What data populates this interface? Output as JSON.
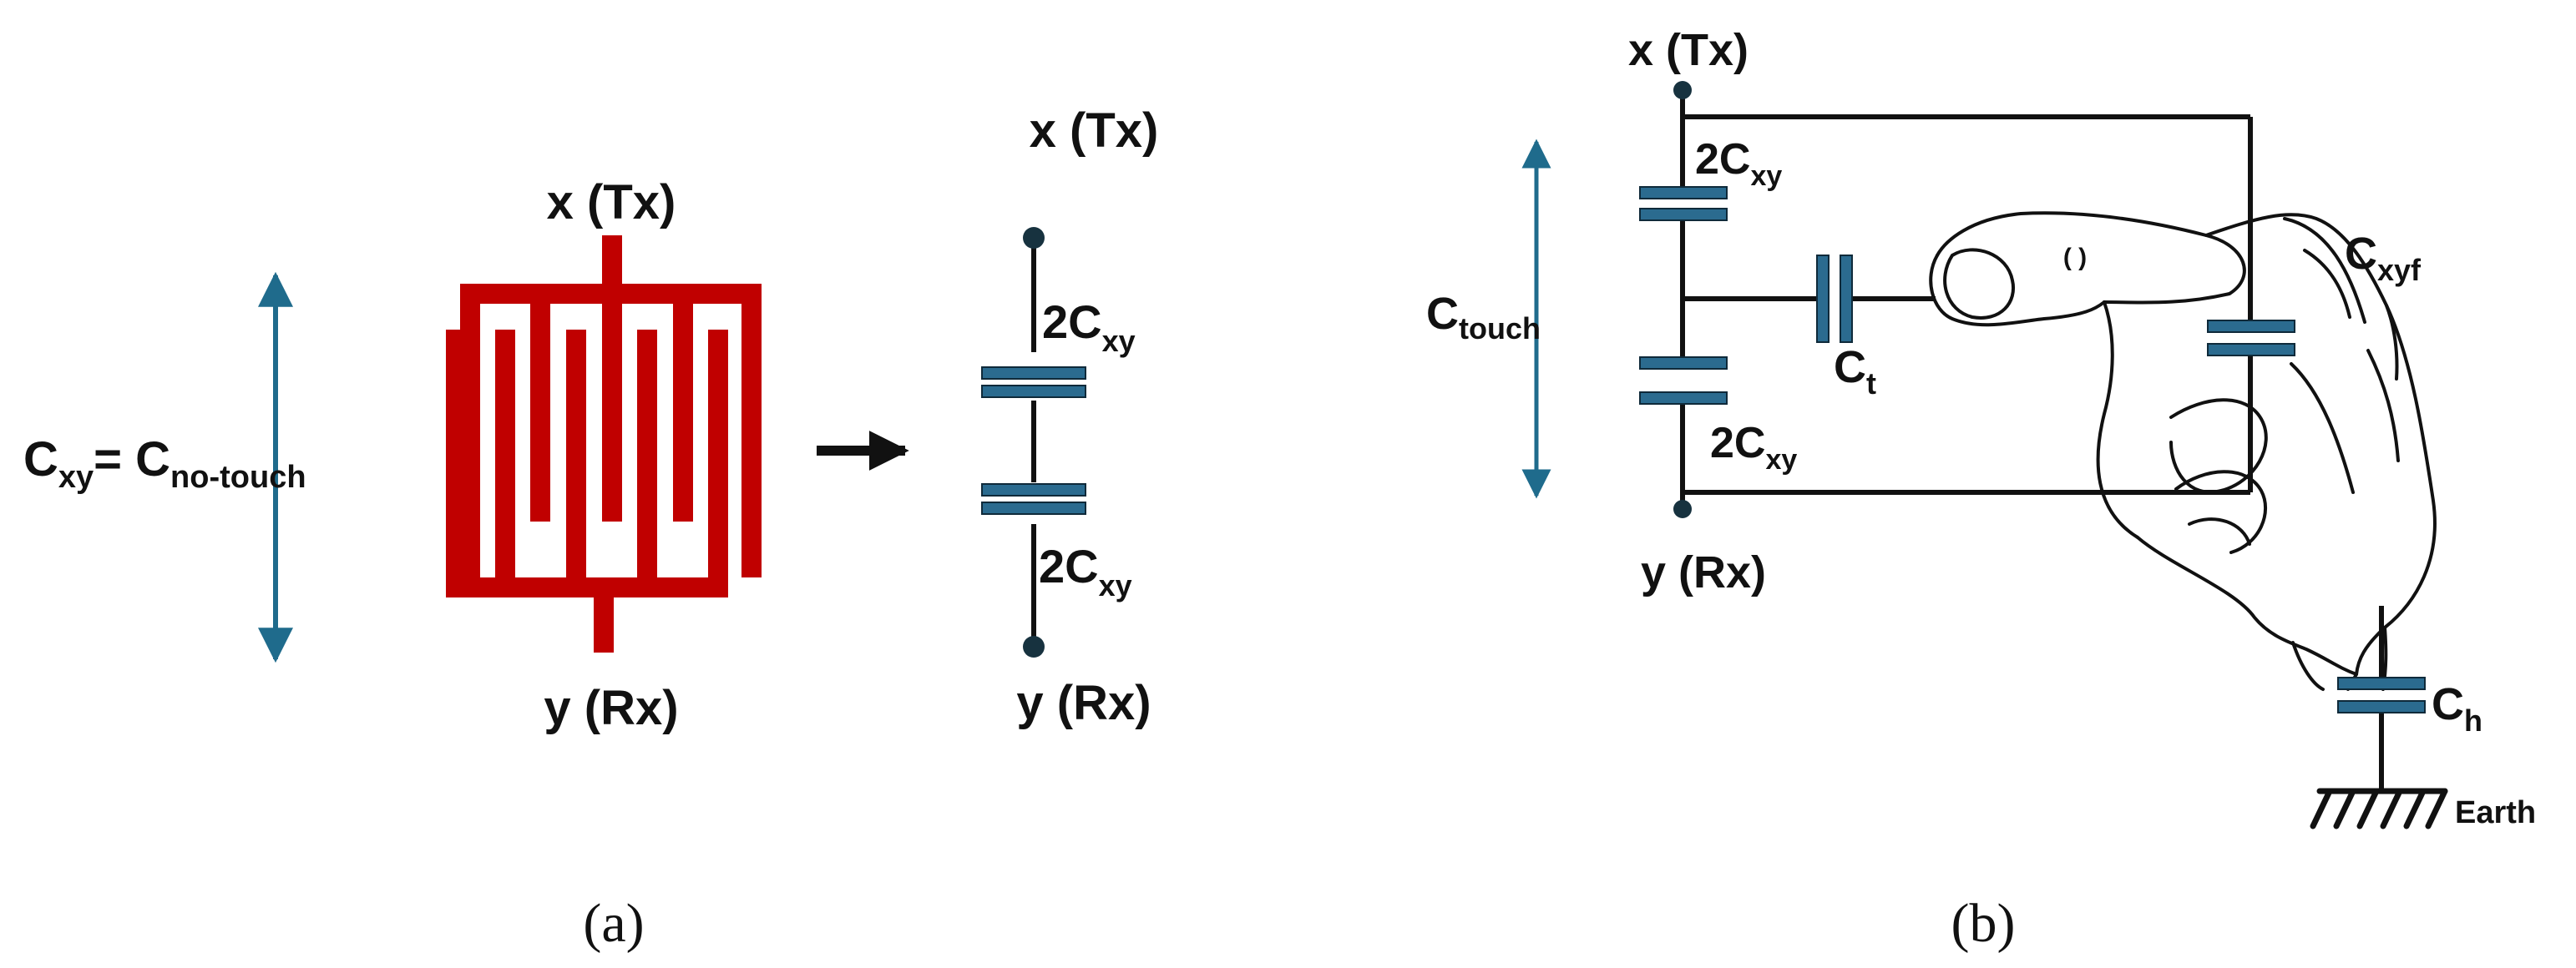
{
  "colors": {
    "electrode": "#c00000",
    "capacitor": "#2b6b8f",
    "capacitor_edge": "#0f2a3a",
    "arrow": "#1f6b8c",
    "wire": "#111111"
  },
  "panel_a": {
    "caption": "(a)",
    "cxy_label": {
      "main": "C",
      "sub1": "xy",
      "eq": "= C",
      "sub2": "no-touch"
    },
    "electrode_tx": "x (Tx)",
    "electrode_rx": "y (Rx)",
    "circuit_tx": "x (Tx)",
    "circuit_rx": "y (Rx)",
    "cap_top": {
      "main": "2C",
      "sub": "xy"
    },
    "cap_bottom": {
      "main": "2C",
      "sub": "xy"
    }
  },
  "panel_b": {
    "caption": "(b)",
    "tx": "x (Tx)",
    "rx": "y (Rx)",
    "cap_top": {
      "main": "2C",
      "sub": "xy"
    },
    "cap_bottom": {
      "main": "2C",
      "sub": "xy"
    },
    "ctouch": {
      "main": "C",
      "sub": "touch"
    },
    "ct": {
      "main": "C",
      "sub": "t"
    },
    "cxyf": {
      "main": "C",
      "sub": "xyf"
    },
    "ch": {
      "main": "C",
      "sub": "h"
    },
    "earth": "Earth",
    "nail": "( )"
  }
}
